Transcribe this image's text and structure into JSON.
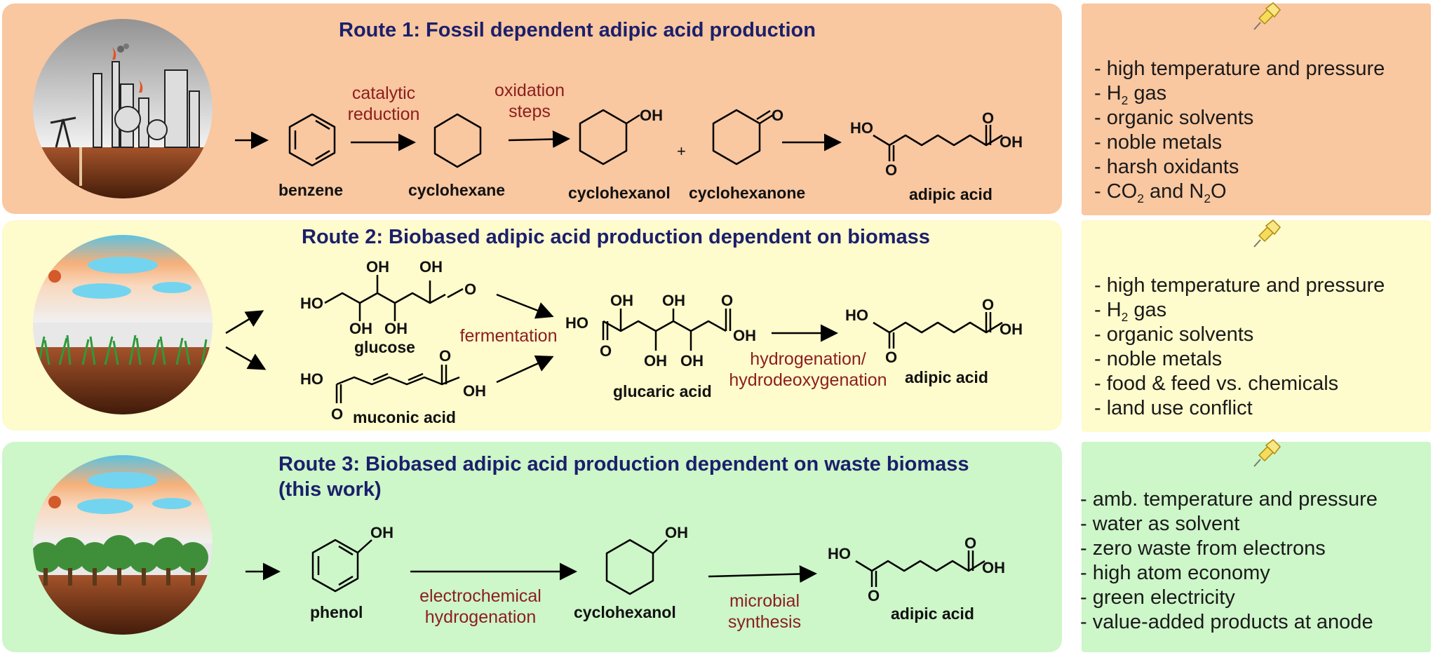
{
  "colors": {
    "route1_bg": "#f9c7a0",
    "route2_bg": "#fefbcc",
    "route3_bg": "#cdf6c9",
    "note1_bg": "#f9c7a0",
    "note2_bg": "#fefbcc",
    "note3_bg": "#cdf6c9",
    "title": "#1b1f6b",
    "condition_text": "#8b1e1e"
  },
  "route1": {
    "title": "Route 1: Fossil dependent adipic acid production",
    "compounds": [
      "benzene",
      "cyclohexane",
      "cyclohexanol",
      "cyclohexanone",
      "adipic acid"
    ],
    "conditions": [
      {
        "line1": "catalytic",
        "line2": "reduction"
      },
      {
        "line1": "oxidation",
        "line2": "steps"
      }
    ],
    "plus": "+",
    "drawbacks": [
      "- high temperature and pressure",
      "- H2 gas",
      "- organic solvents",
      "- noble metals",
      "- harsh oxidants",
      "- CO2 and N2O"
    ]
  },
  "route2": {
    "title": "Route 2: Biobased adipic acid production dependent on biomass",
    "compounds": [
      "glucose",
      "muconic acid",
      "glucaric acid",
      "adipic acid"
    ],
    "conditions": [
      {
        "line1": "fermentation"
      },
      {
        "line1": "hydrogenation/",
        "line2": "hydrodeoxygenation"
      }
    ],
    "drawbacks": [
      "- high temperature and pressure",
      "- H2 gas",
      "- organic solvents",
      "- noble metals",
      "- food & feed vs. chemicals",
      "- land use conflict"
    ]
  },
  "route3": {
    "title_line1": "Route 3: Biobased adipic acid production dependent on waste biomass",
    "title_line2": "(this work)",
    "compounds": [
      "phenol",
      "cyclohexanol",
      "adipic acid"
    ],
    "conditions": [
      {
        "line1": "electrochemical",
        "line2": "hydrogenation"
      },
      {
        "line1": "microbial",
        "line2": "synthesis"
      }
    ],
    "advantages": [
      "- amb. temperature and pressure",
      "- water as solvent",
      "- zero waste from electrons",
      "- high atom economy",
      "- green electricity",
      "- value-added products at anode"
    ]
  },
  "atoms": {
    "oh": "OH",
    "ho": "HO",
    "o": "O"
  },
  "icons": [
    "pushpin-icon",
    "refinery-illustration",
    "grassland-illustration",
    "forest-illustration"
  ]
}
